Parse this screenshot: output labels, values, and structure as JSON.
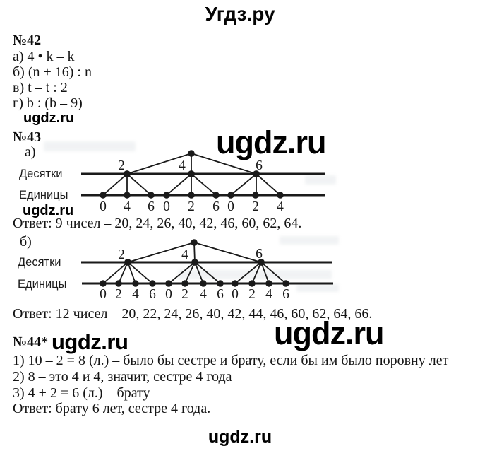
{
  "header": {
    "title": "Угдз.ру"
  },
  "watermarks": {
    "small": "ugdz.ru",
    "big": "ugdz.ru",
    "footer": "ugdz.ru"
  },
  "task42": {
    "number": "№42",
    "items": [
      "а) 4 • k – k",
      "б) (n + 16) : n",
      "в) t – t : 2",
      "г) b : (b – 9)"
    ]
  },
  "task43": {
    "number": "№43",
    "part_a": {
      "label": "а)",
      "tens_label": "Десятки",
      "units_label": "Единицы",
      "tens_digits": [
        "2",
        "4",
        "6"
      ],
      "unit_digits": [
        "0",
        "4",
        "6",
        "0",
        "2",
        "6",
        "0",
        "2",
        "4"
      ],
      "answer": "Ответ: 9 чисел – 20, 24, 26, 40, 42, 46, 60, 62, 64."
    },
    "part_b": {
      "label": "б)",
      "tens_label": "Десятки",
      "units_label": "Единицы",
      "tens_digits": [
        "2",
        "4",
        "6"
      ],
      "unit_digits": [
        "0",
        "2",
        "4",
        "6",
        "0",
        "2",
        "4",
        "6",
        "0",
        "2",
        "4",
        "6"
      ],
      "answer": "Ответ: 12 чисел – 20, 22, 24, 26, 40, 42, 44, 46, 60, 62, 64, 66."
    }
  },
  "task44": {
    "number": "№44*",
    "lines": [
      "1) 10 – 2 = 8 (л.) – было бы сестре и брату, если бы им было поровну лет",
      "2) 8 – это 4 и 4, значит, сестре 4 года",
      "3) 4 + 2 = 6 (л.) – брату"
    ],
    "answer": "Ответ: брату 6 лет, сестре 4 года."
  }
}
